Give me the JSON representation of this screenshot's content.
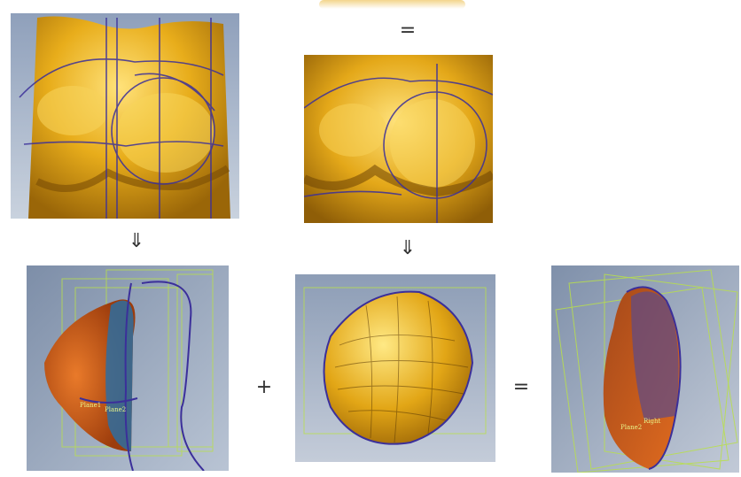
{
  "symbols": {
    "equals_top": "=",
    "arrow_left": "⇓",
    "arrow_mid": "⇓",
    "plus": "+",
    "equals_bottom": "="
  },
  "colors": {
    "gold_light": "#f7d86a",
    "gold_mid": "#e0a415",
    "gold_dark": "#8a5a05",
    "orange_piece": "#d9621a",
    "curve_blue": "#4a3ea8",
    "guide_green": "#b9e04a",
    "bg_slate": "#8e9fb8"
  },
  "panels": [
    {
      "name": "torso-front-panel",
      "content": "3D torso scan, front view"
    },
    {
      "name": "torso-zoom-panel",
      "content": "3D torso scan, close view"
    },
    {
      "name": "breast-volume-panel",
      "content": "extracted breast volume, side view"
    },
    {
      "name": "breast-surface-panel",
      "content": "breast surface patch"
    },
    {
      "name": "breast-result-panel",
      "content": "combined breast model, oblique view"
    }
  ],
  "tiny_labels": {
    "left_plane1": "Plane1",
    "left_plane2": "Plane2",
    "right_plane2": "Plane2",
    "right_right": "Right"
  }
}
